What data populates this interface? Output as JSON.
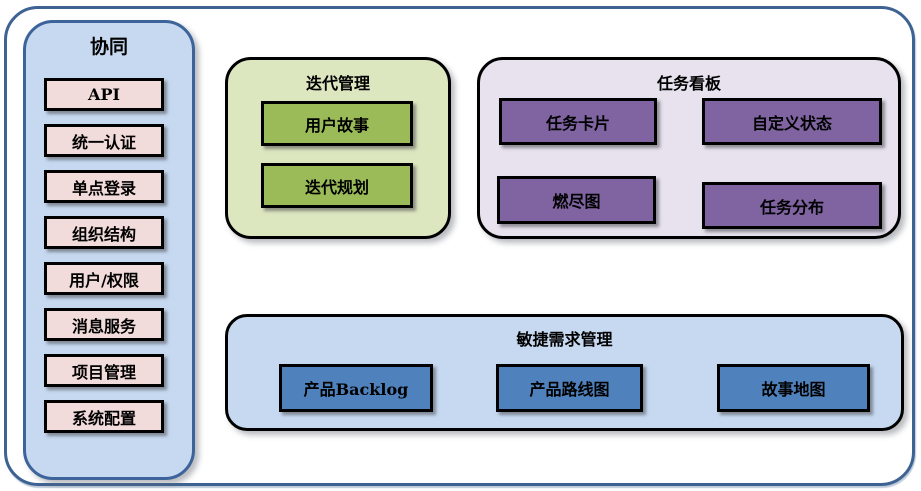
{
  "sidebar": {
    "title": "协同",
    "items": [
      "API",
      "统一认证",
      "单点登录",
      "组织结构",
      "用户/权限",
      "消息服务",
      "项目管理",
      "系统配置"
    ]
  },
  "iteration_box": {
    "title": "迭代管理",
    "items": [
      "用户故事",
      "迭代规划"
    ]
  },
  "kanban_box": {
    "title": "任务看板",
    "items": [
      "任务卡片",
      "自定义状态",
      "燃尽图",
      "任务分布"
    ]
  },
  "agile_box": {
    "title": "敏捷需求管理",
    "items": [
      "产品Backlog",
      "产品路线图",
      "故事地图"
    ]
  },
  "colors": {
    "outer_border": "#3E6393",
    "sidebar_fill": "#C6D9F1",
    "sidebar_border": "#3D639B",
    "sidebar_item_fill": "#F2DCDB",
    "iteration_fill": "#DCE6BF",
    "iteration_item_fill": "#9BBB59",
    "kanban_fill": "#E7E2EE",
    "kanban_item_fill": "#8064A2",
    "agile_fill": "#C6D9F1",
    "agile_item_fill": "#4F81BD",
    "item_border": "#000000",
    "text": "#000000"
  }
}
